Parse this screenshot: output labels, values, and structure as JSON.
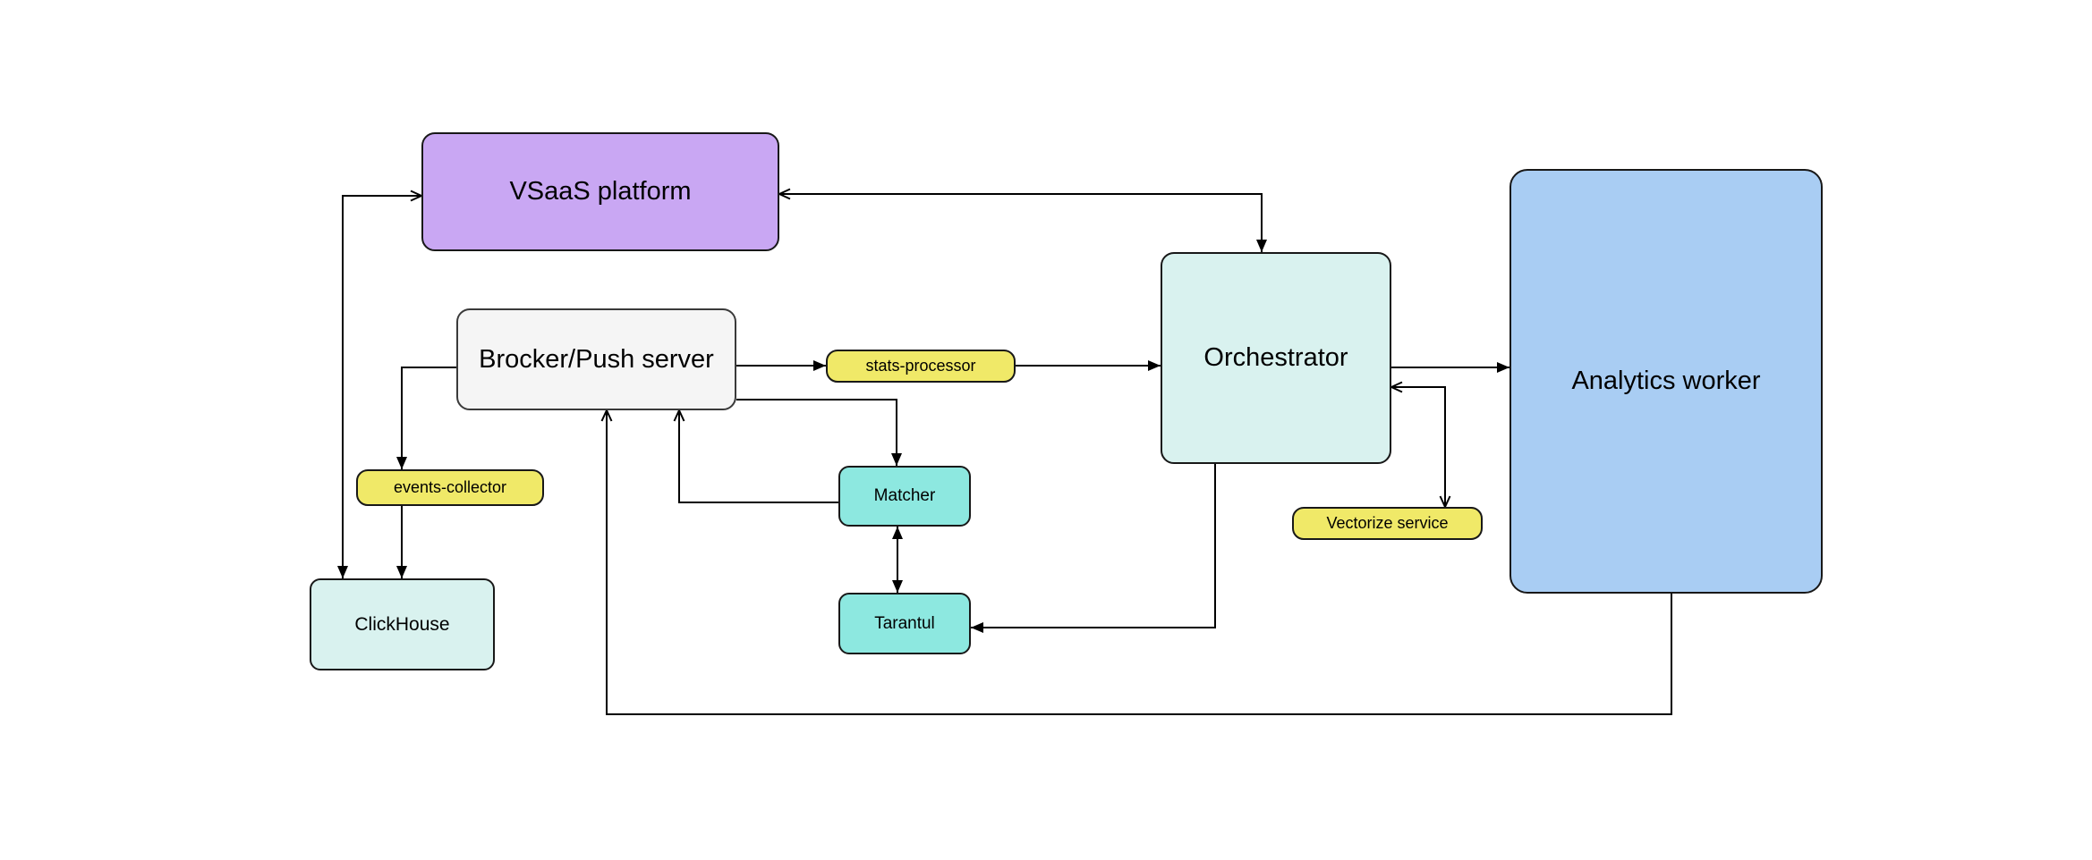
{
  "page": {
    "background": "#ffffff"
  },
  "diagram": {
    "type": "flowchart",
    "colors": {
      "line": "#000000",
      "text": "#000000",
      "purple": "#c9a7f3",
      "gray": "#f5f5f5",
      "yellow": "#f0e968",
      "teal": "#8de8e0",
      "pale_teal": "#d9f2ef",
      "blue": "#a9cdf3"
    },
    "nodes": {
      "vsaas": {
        "label": "VSaaS platform",
        "fill": "#c9a7f3"
      },
      "brocker": {
        "label": "Brocker/Push server",
        "fill": "#f5f5f5"
      },
      "stats_processor": {
        "label": "stats-processor",
        "fill": "#f0e968"
      },
      "events_collector": {
        "label": "events-collector",
        "fill": "#f0e968"
      },
      "clickhouse": {
        "label": "ClickHouse",
        "fill": "#d9f2ef"
      },
      "matcher": {
        "label": "Matcher",
        "fill": "#8de8e0"
      },
      "tarantul": {
        "label": "Tarantul",
        "fill": "#8de8e0"
      },
      "orchestrator": {
        "label": "Orchestrator",
        "fill": "#d9f2ef"
      },
      "analytics_worker": {
        "label": "Analytics worker",
        "fill": "#a9cdf3"
      },
      "vectorize": {
        "label": "Vectorize service",
        "fill": "#f0e968"
      }
    },
    "edges": [
      {
        "from": "vsaas",
        "to": "clickhouse",
        "arrows": "both"
      },
      {
        "from": "orchestrator",
        "to": "vsaas",
        "arrows": "both"
      },
      {
        "from": "brocker",
        "to": "events_collector",
        "arrows": "end"
      },
      {
        "from": "events_collector",
        "to": "clickhouse",
        "arrows": "end"
      },
      {
        "from": "brocker",
        "to": "stats_processor",
        "arrows": "end"
      },
      {
        "from": "stats_processor",
        "to": "orchestrator",
        "arrows": "end"
      },
      {
        "from": "brocker",
        "to": "matcher",
        "arrows": "end"
      },
      {
        "from": "matcher",
        "to": "brocker",
        "arrows": "end"
      },
      {
        "from": "matcher",
        "to": "tarantul",
        "arrows": "both"
      },
      {
        "from": "orchestrator",
        "to": "tarantul",
        "arrows": "end"
      },
      {
        "from": "orchestrator",
        "to": "analytics_worker",
        "arrows": "end"
      },
      {
        "from": "orchestrator",
        "to": "vectorize",
        "arrows": "both"
      },
      {
        "from": "analytics_worker",
        "to": "brocker",
        "arrows": "end"
      }
    ]
  }
}
